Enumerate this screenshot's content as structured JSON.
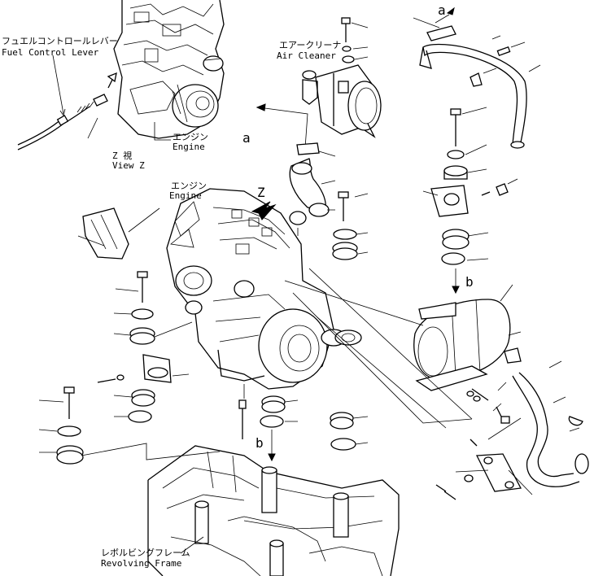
{
  "labels": {
    "fuel_control_lever_jp": "フュエルコントロールレバー",
    "fuel_control_lever_en": "Fuel Control Lever",
    "view_z_jp": "Z 視",
    "view_z_en": "View Z",
    "engine_top_jp": "エンジン",
    "engine_top_en": "Engine",
    "engine_main_jp": "エンジン",
    "engine_main_en": "Engine",
    "air_cleaner_jp": "エアークリーナ",
    "air_cleaner_en": "Air Cleaner",
    "revolving_frame_jp": "レボルビングフレーム",
    "revolving_frame_en": "Revolving Frame",
    "ref_a_top": "a",
    "ref_a_left": "a",
    "ref_b_right": "b",
    "ref_b_lower": "b",
    "view_marker_z": "Z"
  }
}
